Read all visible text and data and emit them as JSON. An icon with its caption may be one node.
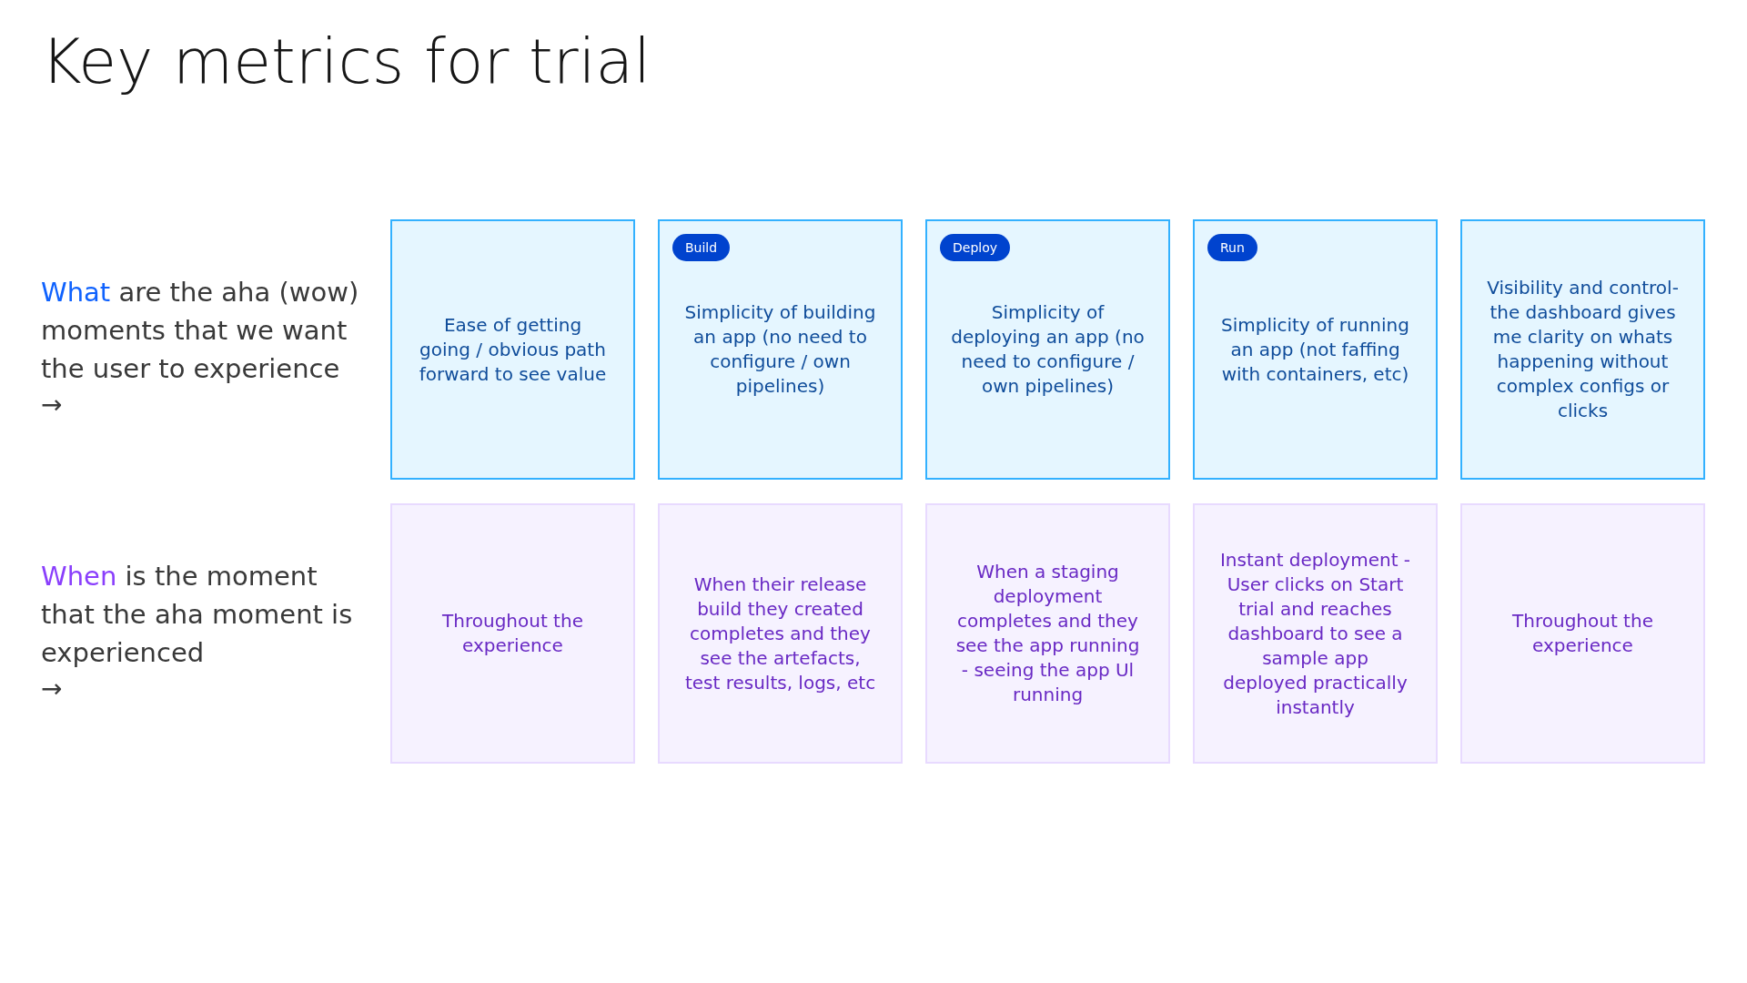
{
  "diagram": {
    "title": "Key metrics for trial",
    "nodes": [
      {
        "text": [
          "Ease of getting going / obvious path forward to see value"
        ]
      },
      {
        "text": [
          "Simplicity of building an app (no need to configure / own pipelines)"
        ]
      },
      {
        "text": [
          "Build"
        ],
        "in": 1
      },
      {
        "text": [
          "Simplicity of deploying an app (no need to configure / own pipelines)"
        ]
      },
      {
        "text": [
          "Deploy"
        ],
        "in": 3
      },
      {
        "text": [
          "Simplicity of running an app (not faffing with containers, etc)"
        ]
      },
      {
        "text": [
          "Run"
        ],
        "in": 5
      },
      {
        "text": [
          "Visibility and control- the dashboard gives me clarity on whats happening without complex configs or clicks"
        ]
      },
      {
        "text": [
          "Throughout the experience"
        ]
      },
      {
        "text": [
          "When their release build they created completes and they see the artefacts, test results, logs, etc"
        ]
      },
      {
        "text": [
          "When a staging deployment completes and they see the app running - seeing the app Ul running"
        ]
      },
      {
        "text": [
          "Instant deployment - User clicks on Start trial and reaches dashboard to see a sample app deployed practically instantly"
        ]
      },
      {
        "text": [
          "Throughout the experience"
        ]
      }
    ],
    "edges": [],
    "labels": [
      "What are the aha (wow) moments that we want the user to experience",
      "→",
      "When is the moment that the aha moment is experienced",
      "→"
    ]
  }
}
